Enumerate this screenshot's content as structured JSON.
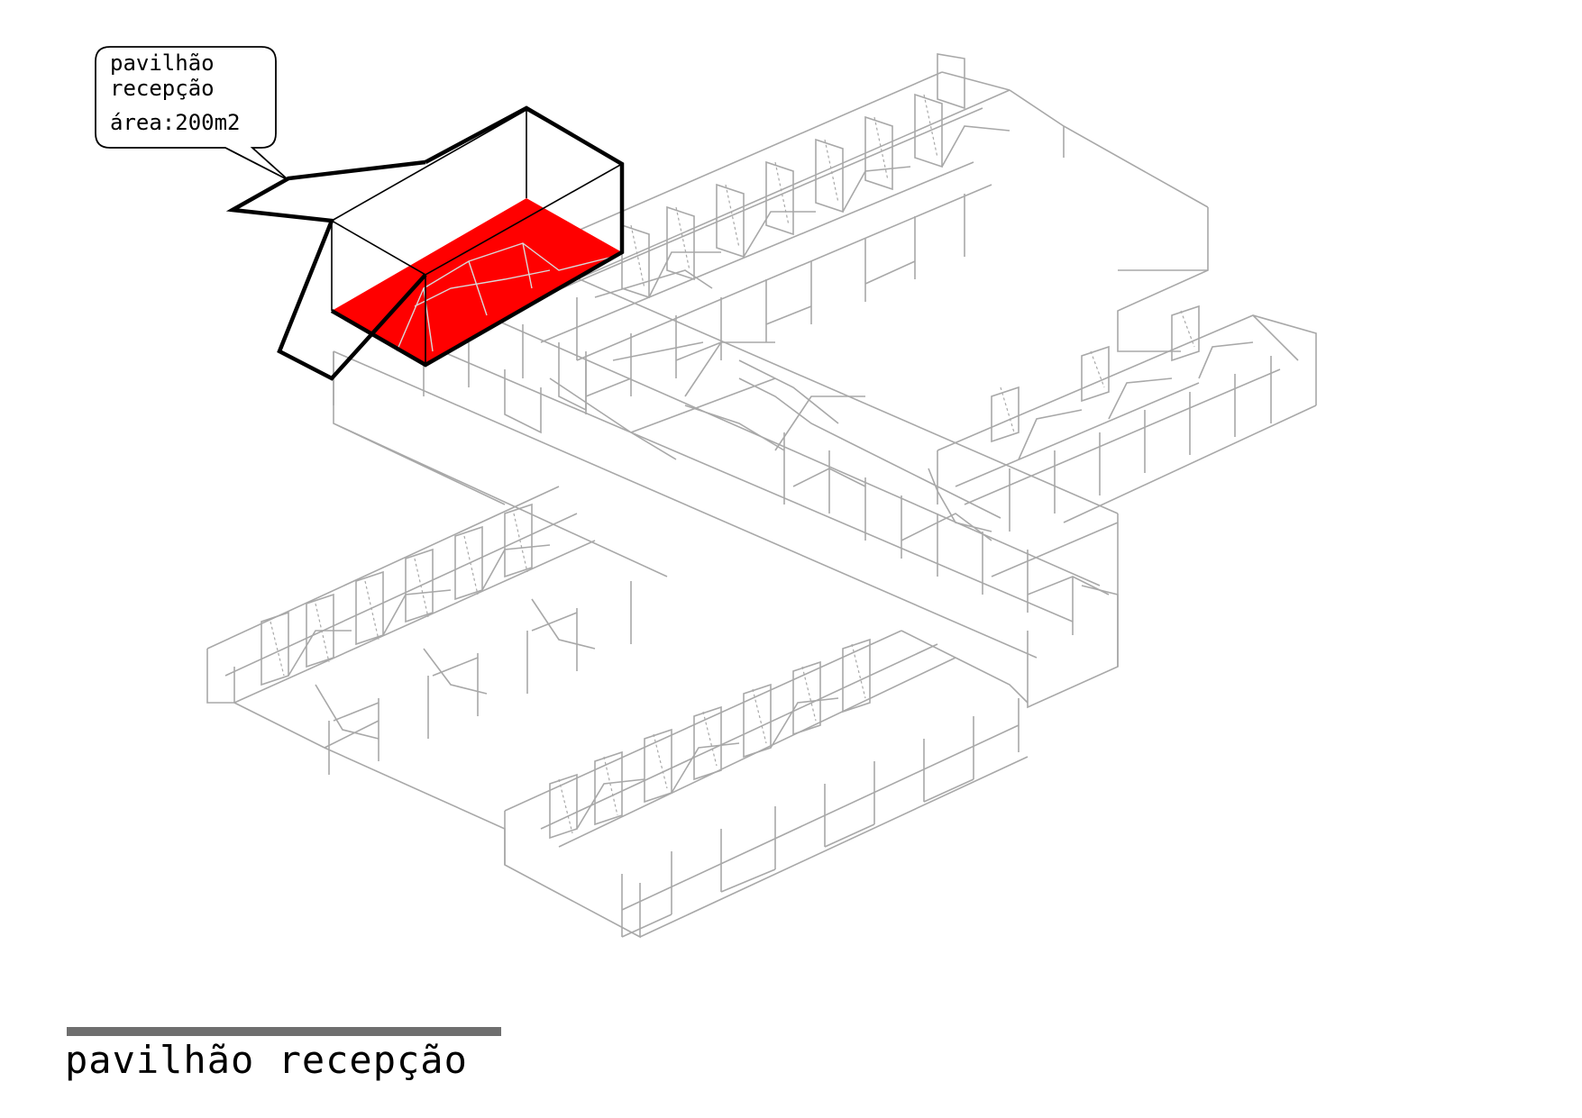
{
  "callout": {
    "line1": "pavilhão",
    "line2": "recepção",
    "area": "área:200m2"
  },
  "page": {
    "title": "pavilhão recepção"
  },
  "colors": {
    "highlight": "#ff0000",
    "structure": "#a8a8a8",
    "outline": "#000000",
    "title_bar": "#6e6e6e"
  }
}
